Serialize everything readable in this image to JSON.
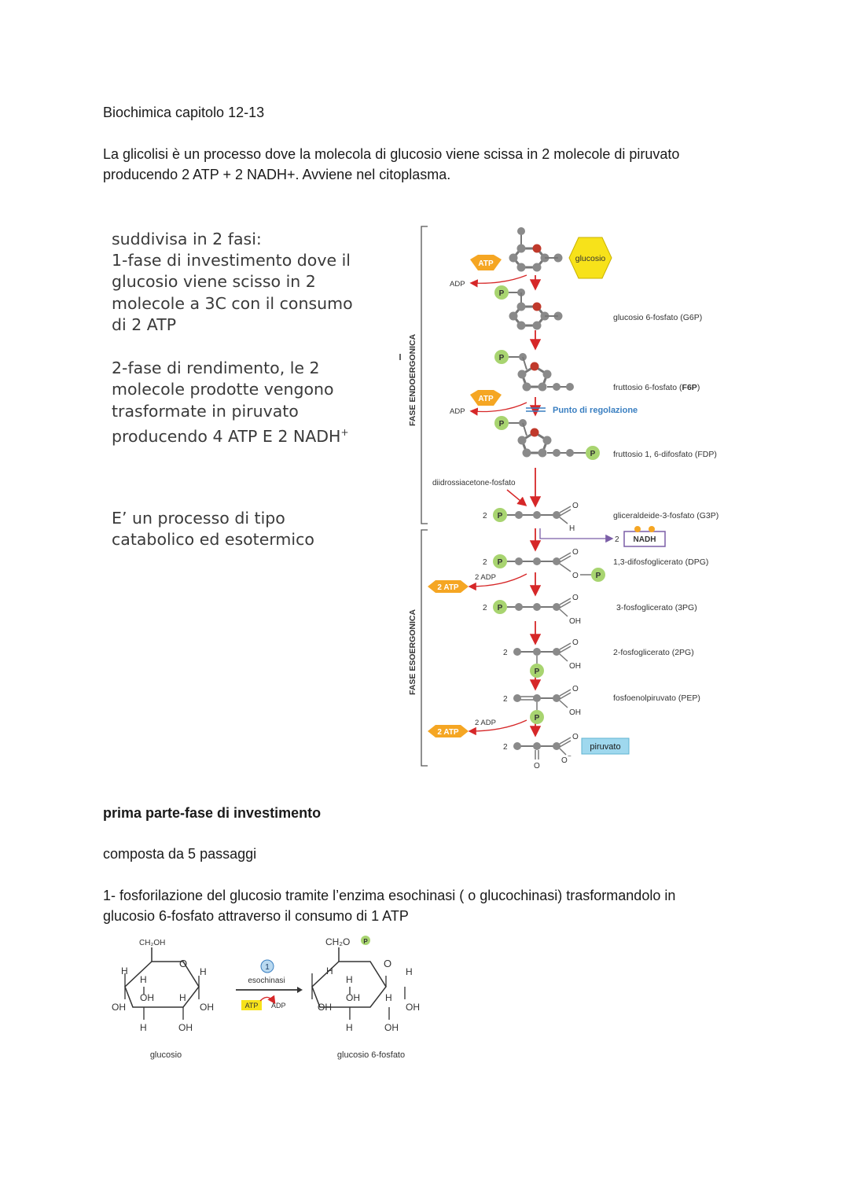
{
  "header": {
    "title": "Biochimica capitolo 12-13"
  },
  "intro": {
    "line1": "La glicolisi è un processo dove la molecola di glucosio viene scissa in 2 molecole di piruvato",
    "line2": "producendo 2 ATP + 2 NADH+. Avviene nel citoplasma."
  },
  "notes": {
    "l1": "suddivisa in 2 fasi:",
    "l2": "1-fase di investimento dove il",
    "l3": "glucosio viene scisso in 2",
    "l4": "molecole a 3C con il consumo",
    "l5": "di 2 ATP",
    "l6": "2-fase di rendimento, le 2",
    "l7": "molecole prodotte vengono",
    "l8": "trasformate in piruvato",
    "l9": "producendo 4 ATP E 2 NADH",
    "l9_sup": "+",
    "l10": "E’ un processo di tipo",
    "l11": "catabolico ed esotermico"
  },
  "pathway": {
    "phase_top": "FASE ENDOERGONICA",
    "phase_bottom": "FASE ESOERGONICA",
    "glucose_tag": "glucosio",
    "atp": "ATP",
    "adp": "ADP",
    "p": "P",
    "regulation": "Punto di regolazione",
    "dhap": "diidrossiacetone-fosfato",
    "nadh": "NADH",
    "atp2": "2 ATP",
    "adp2": "2 ADP",
    "two": "2",
    "o": "O",
    "h": "H",
    "oh": "OH",
    "o_minus": "O",
    "minus": "−",
    "pyruvate_tag": "piruvato",
    "compounds": {
      "g6p": "glucosio 6-fosfato (G6P)",
      "f6p_a": "fruttosio 6-fosfato (",
      "f6p_b": "F6P",
      "f6p_c": ")",
      "fdp": "fruttosio 1, 6-difosfato (FDP)",
      "g3p": "gliceraldeide-3-fosfato (G3P)",
      "dpg": "1,3-difosfoglicerato (DPG)",
      "pg3": "3-fosfoglicerato (3PG)",
      "pg2": "2-fosfoglicerato (2PG)",
      "pep": "fosfoenolpiruvato (PEP)"
    }
  },
  "section": {
    "heading": "prima parte-fase di investimento",
    "sub": "composta da 5 passaggi",
    "step1_l1": "1- fosforilazione del glucosio tramite l’enzima esochinasi ( o glucochinasi) trasformandolo in",
    "step1_l2": "glucosio 6-fosfato attraverso il consumo di 1 ATP"
  },
  "reaction": {
    "ch2oh": "CH₂OH",
    "ch2o": "CH₂O",
    "p": "P",
    "h": "H",
    "oh": "OH",
    "o": "O",
    "step_num": "1",
    "enzyme": "esochinasi",
    "atp": "ATP",
    "adp": "ADP",
    "left_name": "glucosio",
    "right_name": "glucosio 6-fosfato"
  },
  "colors": {
    "arrow_red": "#d62728",
    "phosphate_green": "#a8d470",
    "glucose_yellow": "#f7e21a",
    "atp_orange": "#f5a623",
    "regulation_blue": "#3a7fc1",
    "nadh_purple": "#7b5ea7",
    "pyruvate_blue": "#9fd8ee",
    "bead_grey": "#8a8a8a",
    "oxygen_red": "#c0392b"
  }
}
